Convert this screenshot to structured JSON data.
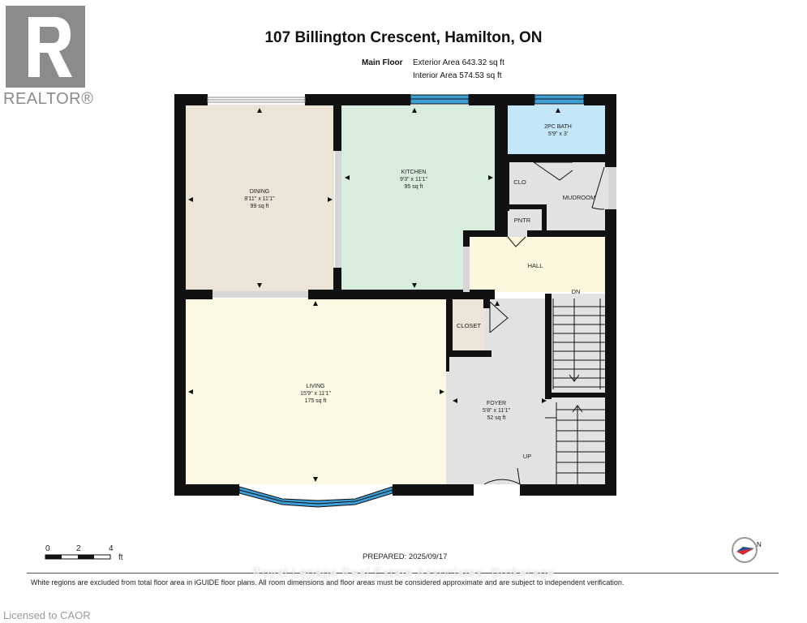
{
  "header": {
    "title": "107 Billington Crescent, Hamilton, ON",
    "floor_label": "Main Floor",
    "exterior_area": "Exterior Area 643.32 sq ft",
    "interior_area": "Interior Area 574.53 sq ft"
  },
  "branding": {
    "logo_text": "REALTOR®",
    "licensed": "Licensed to CAOR",
    "watermark": "Royal Lepage Real Estate Associates, Brokerage"
  },
  "rooms": {
    "dining": {
      "name": "DINING",
      "dims": "8'11\" x 11'1\"",
      "area": "99 sq ft"
    },
    "kitchen": {
      "name": "KITCHEN",
      "dims": "9'3\" x 11'1\"",
      "area": "95 sq ft"
    },
    "bath": {
      "name": "2PC BATH",
      "dims": "5'9\" x 3'"
    },
    "clo": {
      "name": "CLO"
    },
    "mudroom": {
      "name": "MUDROOM"
    },
    "pntr": {
      "name": "PNTR"
    },
    "hall": {
      "name": "HALL"
    },
    "closet": {
      "name": "CLOSET"
    },
    "living": {
      "name": "LIVING",
      "dims": "15'9\" x 11'1\"",
      "area": "175 sq ft"
    },
    "foyer": {
      "name": "FOYER",
      "dims": "5'8\" x 11'1\"",
      "area": "52 sq ft"
    },
    "stairs_down": "DN",
    "stairs_up": "UP"
  },
  "scale": {
    "ticks": [
      "0",
      "2",
      "4"
    ],
    "unit": "ft"
  },
  "footer": {
    "prepared": "PREPARED: 2025/09/17",
    "note": "White regions are excluded from total floor area in iGUIDE floor plans. All room dimensions and floor areas must be considered approximate and are subject to independent verification."
  },
  "colors": {
    "wall": "#111111",
    "dining": "#ece4d6",
    "kitchen": "#d9eddf",
    "bath": "#c3e6f8",
    "hall": "#fcf8de",
    "living": "#fbf9e3",
    "foyer": "#e2e2e2",
    "window": "#3d9fd6"
  }
}
